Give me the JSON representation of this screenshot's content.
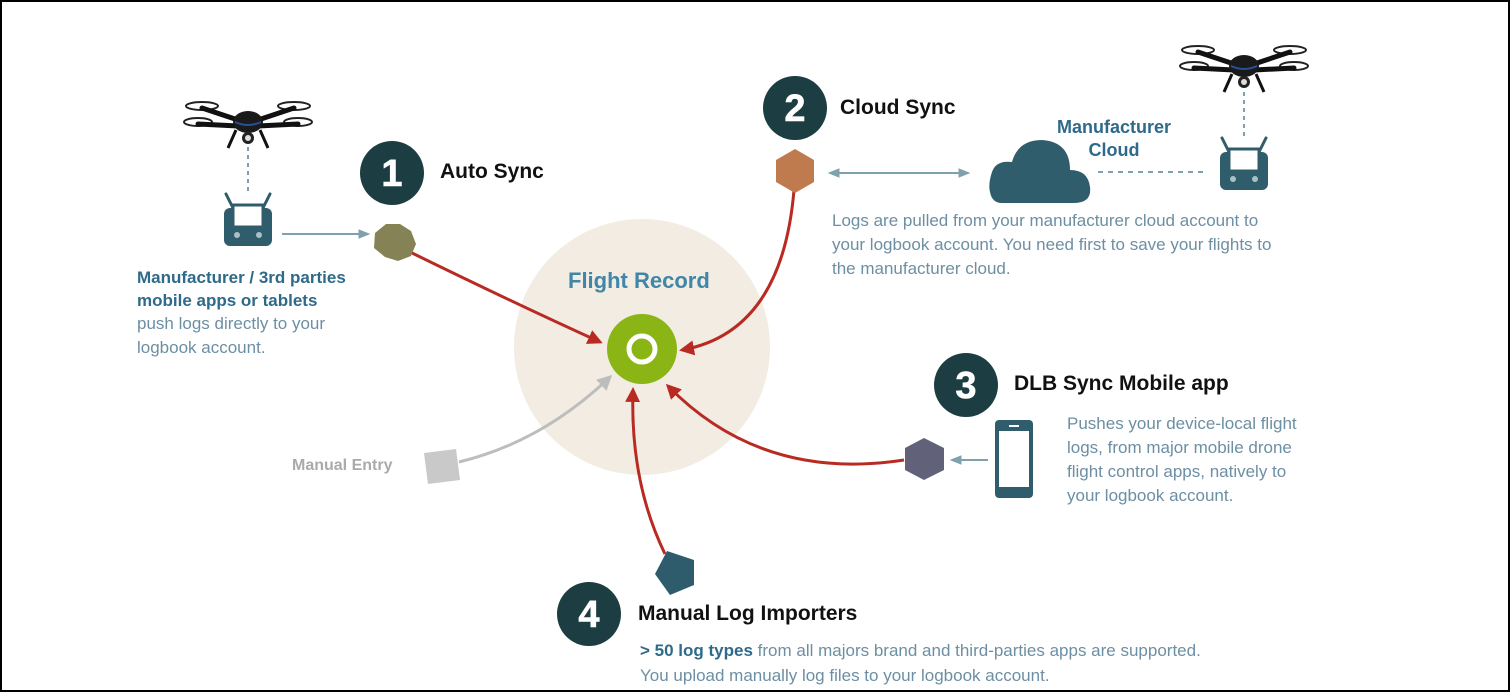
{
  "diagram": {
    "center": {
      "title": "Flight Record",
      "icon": "target-ring-icon",
      "color": "#8ab515",
      "halo_color": "#f2ece2"
    },
    "arrow_color": "#b82a22",
    "manual_entry_color": "#bdbdbd",
    "steps": [
      {
        "number": "1",
        "title": "Auto Sync",
        "node_shape": "octagon",
        "node_color": "#858356",
        "source_title_lines": [
          "Manufacturer / 3rd parties",
          "mobile apps or tablets"
        ],
        "description_lines": [
          "push logs directly to your",
          "logbook account."
        ],
        "icons": [
          "drone-icon",
          "remote-controller-icon"
        ]
      },
      {
        "number": "2",
        "title": "Cloud Sync",
        "node_shape": "hexagon",
        "node_color": "#bf7a4d",
        "cloud_label_lines": [
          "Manufacturer",
          "Cloud"
        ],
        "description_lines": [
          "Logs are pulled from your manufacturer cloud account to",
          "your logbook account. You need first to save your flights to",
          "the manufacturer cloud."
        ],
        "icons": [
          "cloud-icon",
          "drone-icon",
          "remote-controller-icon"
        ]
      },
      {
        "number": "3",
        "title": "DLB Sync Mobile app",
        "node_shape": "hexagon",
        "node_color": "#62617a",
        "description_lines": [
          "Pushes your device-local flight",
          "logs, from major mobile drone",
          "flight control apps, natively to",
          "your logbook account."
        ],
        "icons": [
          "smartphone-icon"
        ]
      },
      {
        "number": "4",
        "title": "Manual  Log Importers",
        "node_shape": "pentagon",
        "node_color": "#2f5c6d",
        "description_highlight": "> 50 log types",
        "description_line1_rest": " from all majors brand  and third-parties apps are supported.",
        "description_line2": "You upload manually log files to your logbook account."
      }
    ],
    "manual_entry": {
      "label": "Manual Entry",
      "node_shape": "square",
      "node_color": "#c9c9c9"
    },
    "badge_color": "#1c3e42",
    "icon_color": "#2f5d6b",
    "connector_color": "#7fa0ad"
  }
}
